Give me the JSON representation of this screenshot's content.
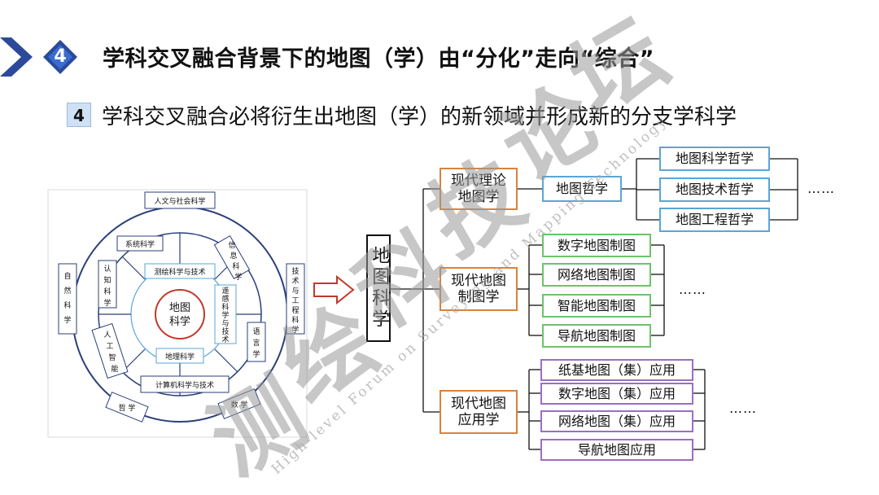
{
  "header": {
    "badge_number": "4",
    "title": "学科交叉融合背景下的地图（学）由“分化”走向“综合”"
  },
  "subheader": {
    "badge_number": "4",
    "text": "学科交叉融合必将衍生出地图（学）的新领域并形成新的分支学科学"
  },
  "circle_diagram": {
    "center": "地图\n科学",
    "inner_top": "测绘科学与技术",
    "inner_bottom": "地理科学",
    "inner_right": "遥感科学与技术",
    "outer_top": "人文与社会科学",
    "outer_bottom": "计算机科学与技术",
    "outer_left": "自然科学",
    "outer_right": "技术与工程科学",
    "ring": [
      "系统科学",
      "信息科学",
      "认知科学",
      "语言学",
      "人工智能",
      "哲学",
      "数学"
    ]
  },
  "tree": {
    "root": "地图科学",
    "branches": [
      {
        "label": "现代理论\n地图学",
        "middle": "地图哲学",
        "leaves": [
          "地图科学哲学",
          "地图技术哲学",
          "地图工程哲学"
        ],
        "more": "……"
      },
      {
        "label": "现代地图\n制图学",
        "leaves": [
          "数字地图制图",
          "网络地图制图",
          "智能地图制图",
          "导航地图制图"
        ],
        "more": "……"
      },
      {
        "label": "现代地图\n应用学",
        "leaves": [
          "纸基地图（集）应用",
          "数字地图（集）应用",
          "网络地图（集）应用",
          "导航地图应用"
        ],
        "more": "……"
      }
    ]
  },
  "watermark": {
    "text": "High-level Forum on Surveying and Mapping Technology",
    "chars": [
      "测",
      "绘",
      "科",
      "技",
      "论",
      "坛"
    ]
  },
  "colors": {
    "accent_blue": "#2b4a9b",
    "branch_orange": "#d9823c",
    "leaf_blue": "#5aa6d6",
    "leaf_green": "#6ec26b",
    "leaf_purple": "#9a6fc4"
  }
}
